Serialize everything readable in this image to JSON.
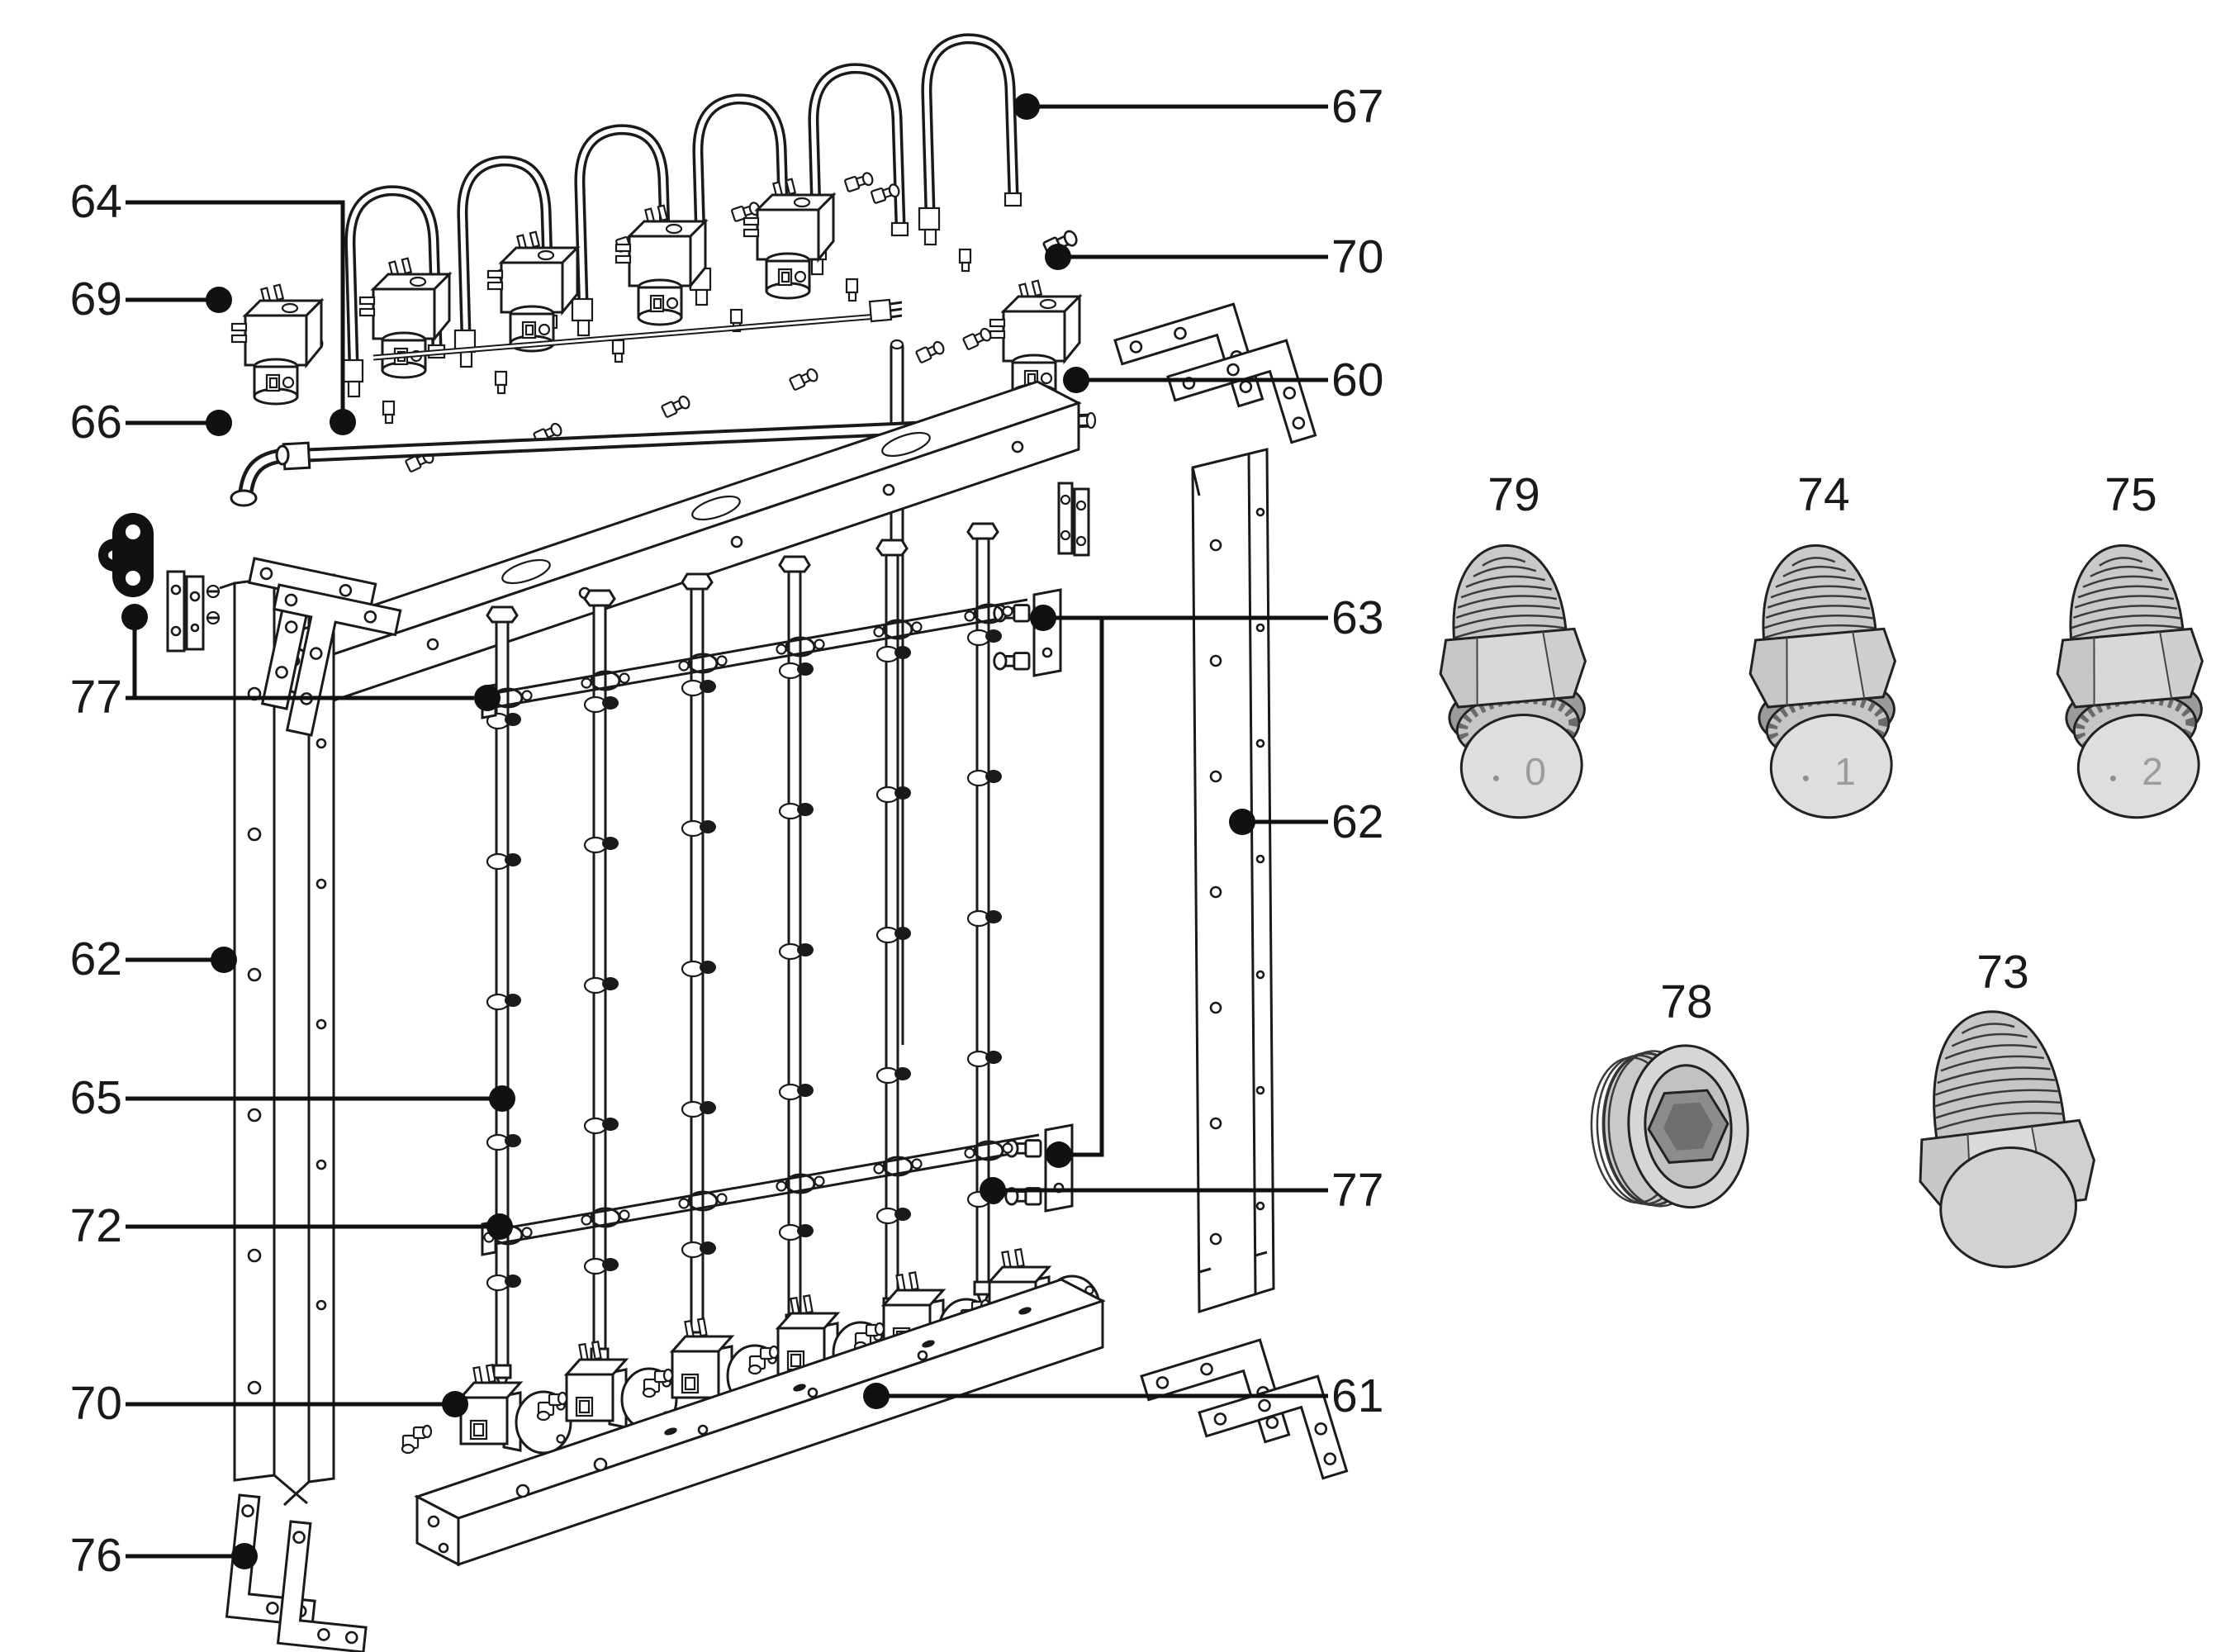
{
  "diagram": {
    "kind": "exploded-parts-diagram",
    "background": "#ffffff",
    "line_color": "#1a1a1a",
    "metal_light": "#dedede",
    "metal_mid": "#c9c9c9",
    "metal_dark": "#8c8c8c"
  },
  "callouts": {
    "left": [
      "64",
      "69",
      "66",
      "77",
      "62",
      "65",
      "72",
      "70",
      "76"
    ],
    "right": [
      "67",
      "70",
      "60",
      "63",
      "62",
      "77",
      "61"
    ]
  },
  "detail_parts": [
    {
      "ref": "79",
      "face_mark": "0"
    },
    {
      "ref": "74",
      "face_mark": "1"
    },
    {
      "ref": "75",
      "face_mark": "2"
    },
    {
      "ref": "78",
      "face_mark": ""
    },
    {
      "ref": "73",
      "face_mark": ""
    }
  ]
}
